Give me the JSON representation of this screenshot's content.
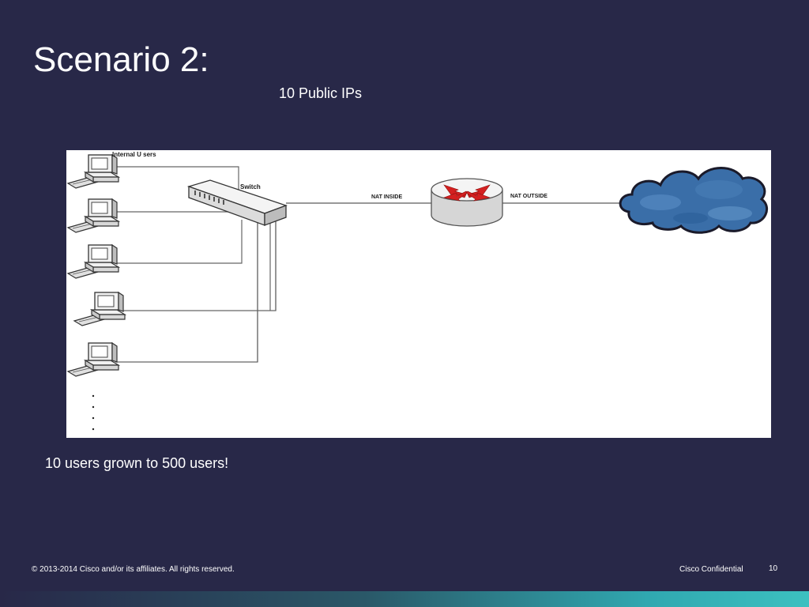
{
  "slide": {
    "title": "Scenario 2:",
    "subtitle": "10 Public IPs",
    "caption": "10 users grown to 500 users!"
  },
  "diagram": {
    "internal_users_label": "Internal U sers",
    "switch_label": "Switch",
    "nat_inside_label": "NAT INSIDE",
    "nat_outside_label": "NAT OUTSIDE"
  },
  "footer": {
    "copyright": "© 2013-2014  Cisco and/or its affiliates. All rights reserved.",
    "confidential": "Cisco Confidential",
    "page": "10"
  },
  "colors": {
    "background": "#282848",
    "router_arrows": "#d42020",
    "cloud": "#3a6ea8"
  }
}
